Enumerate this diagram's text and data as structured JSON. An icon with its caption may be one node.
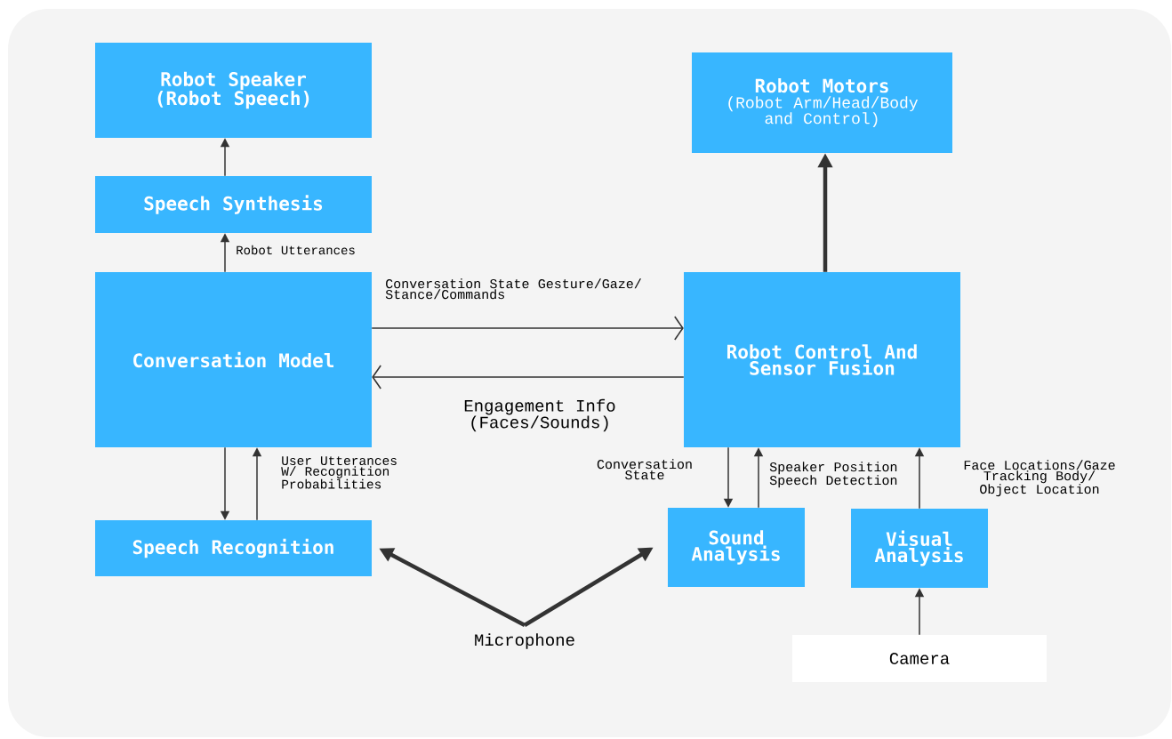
{
  "diagram": {
    "nodes": [
      {
        "text": [
          "Robot Speaker (Robot Speech)"
        ]
      },
      {
        "text": [
          "Speech Synthesis"
        ]
      },
      {
        "text": [
          "Conversation Model"
        ]
      },
      {
        "text": [
          "Speech Recognition"
        ]
      },
      {
        "text": [
          "Robot Motors",
          "(Robot Arm/Head/Body and Control)"
        ]
      },
      {
        "text": [
          "Robot Control And Sensor Fusion"
        ]
      },
      {
        "text": [
          "Sound Analysis"
        ]
      },
      {
        "text": [
          "Visual Analysis"
        ]
      },
      {
        "text": [
          "Camera"
        ]
      },
      {
        "text": [
          "Microphone"
        ]
      }
    ],
    "edges": [
      {
        "from": 1,
        "to": 0,
        "arrow": "to"
      },
      {
        "from": 2,
        "to": 1,
        "arrow": "to",
        "label": "Robot Utterances"
      },
      {
        "from": 2,
        "to": 5,
        "arrow": "to",
        "label": "Conversation State Gesture/Gaze/ Stance/Commands"
      },
      {
        "from": 5,
        "to": 2,
        "arrow": "to",
        "label": "Engagement Info (Faces/Sounds)"
      },
      {
        "from": 2,
        "to": 3,
        "arrow": "to"
      },
      {
        "from": 3,
        "to": 2,
        "arrow": "to",
        "label": "User Utterances W/ Recognition Probabilities"
      },
      {
        "from": 5,
        "to": 4,
        "arrow": "to",
        "style": "thick"
      },
      {
        "from": 5,
        "to": 6,
        "arrow": "to",
        "label": "Conversation State"
      },
      {
        "from": 6,
        "to": 5,
        "arrow": "to",
        "label": "Speaker Position Speech Detection"
      },
      {
        "from": 7,
        "to": 5,
        "arrow": "to",
        "label": "Face Locations/Gaze Tracking Body/ Object Location"
      },
      {
        "from": 8,
        "to": 7,
        "arrow": "to"
      },
      {
        "from": 9,
        "to": 3,
        "arrow": "to",
        "style": "thick"
      },
      {
        "from": 9,
        "to": 6,
        "arrow": "to",
        "style": "thick"
      }
    ]
  }
}
